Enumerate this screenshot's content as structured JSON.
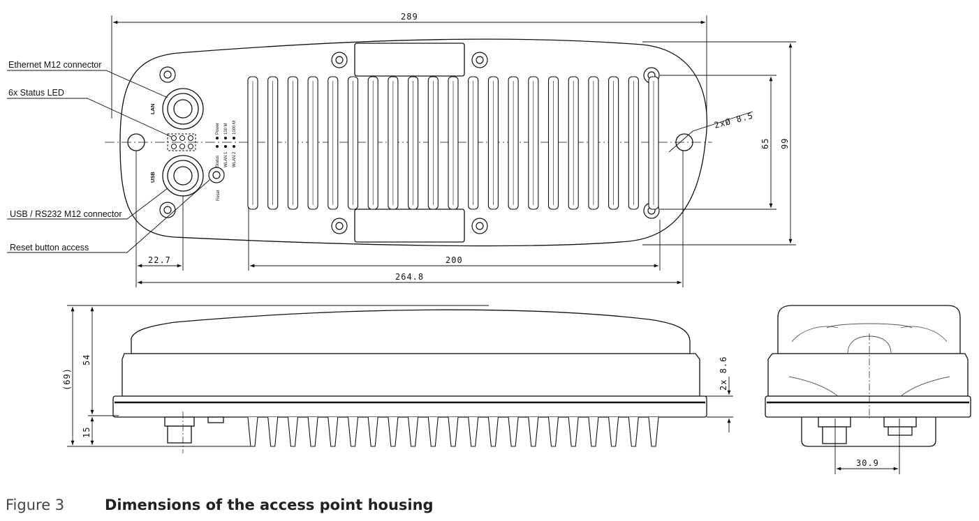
{
  "caption": {
    "figure_label": "Figure 3",
    "title": "Dimensions of the access point housing"
  },
  "callouts": {
    "ethernet": "Ethernet M12 connector",
    "leds": "6x Status LED",
    "usb": "USB / RS232 M12 connector",
    "reset": "Reset button access"
  },
  "ports": {
    "lan": "LAN",
    "usb": "USB",
    "reset": "Reset"
  },
  "led_labels": [
    "Power",
    "100 M",
    "1000 M",
    "Status",
    "WLAN 1",
    "WLAN 2"
  ],
  "dimensions": {
    "top_width": "289",
    "height_total": "99",
    "height_holes": "65",
    "hole_spec": "2xØ 8.5",
    "offset_left": "22.7",
    "fin_span": "200",
    "mount_span": "264.8",
    "side_total": "(69)",
    "side_body": "54",
    "side_fins": "15",
    "side_slots": "2x 8.6",
    "end_connectors": "30.9"
  }
}
